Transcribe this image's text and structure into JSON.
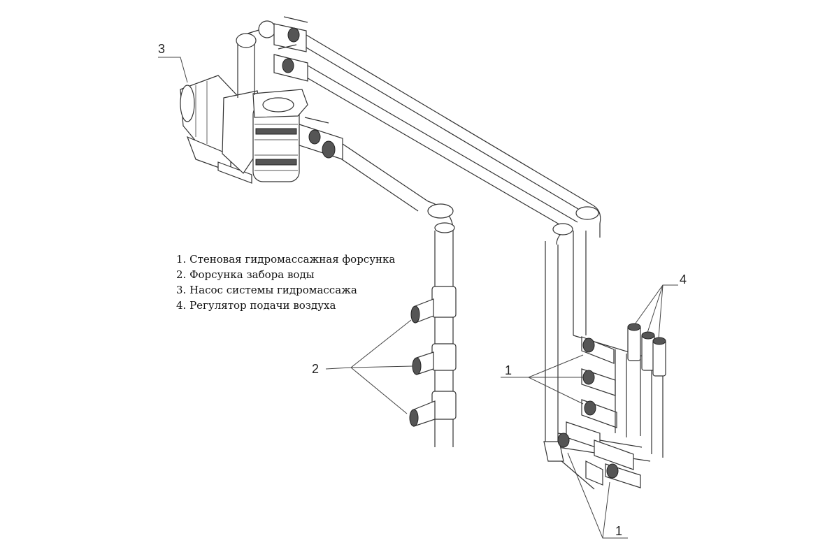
{
  "legend": [
    {
      "text": "1. Стеновая гидромассажная форсунка"
    },
    {
      "text": "2. Форсунка забора воды"
    },
    {
      "text": "3. Насос системы гидромассажа"
    },
    {
      "text": "4. Регулятор подачи воздуха"
    }
  ],
  "callouts": {
    "c1_left": "1",
    "c1_bottom": "1",
    "c2": "2",
    "c3": "3",
    "c4": "4"
  }
}
